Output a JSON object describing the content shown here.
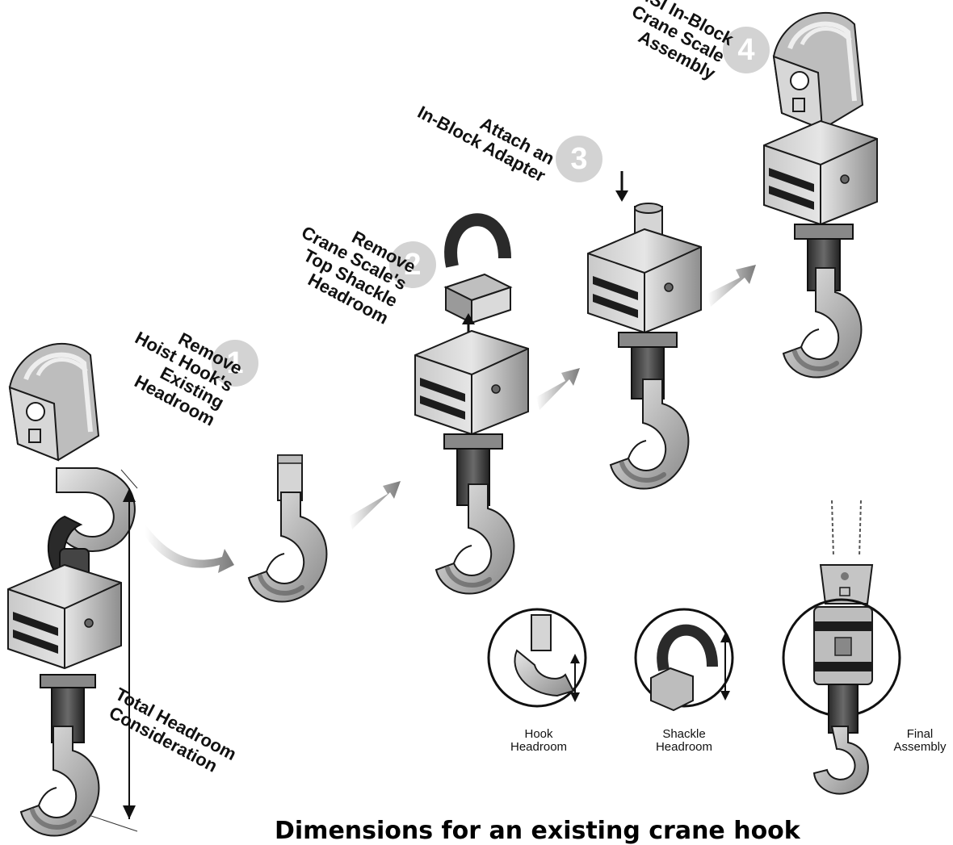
{
  "steps": [
    {
      "number": "1",
      "lines": [
        "Remove",
        "Hoist Hook's",
        "Existing",
        "Headroom"
      ]
    },
    {
      "number": "2",
      "lines": [
        "Remove",
        "Crane Scale's",
        "Top Shackle",
        "Headroom"
      ]
    },
    {
      "number": "3",
      "lines": [
        "Attach an",
        "In-Block Adapter"
      ]
    },
    {
      "number": "4",
      "lines": [
        "MSI In-Block",
        "Crane Scale",
        "Assembly"
      ]
    }
  ],
  "total_headroom": [
    "Total Headroom",
    "Consideration"
  ],
  "details": {
    "hook": [
      "Hook",
      "Headroom"
    ],
    "shackle": [
      "Shackle",
      "Headroom"
    ],
    "final": [
      "Final",
      "Assembly"
    ]
  },
  "bottom_title": "Dimensions for an existing crane hook",
  "colors": {
    "badge": "#d3d3d3",
    "metal_light": "#d9d9d9",
    "metal_mid": "#9a9a9a",
    "metal_dark": "#3a3a3a",
    "arrow": "#8c8c8c"
  }
}
